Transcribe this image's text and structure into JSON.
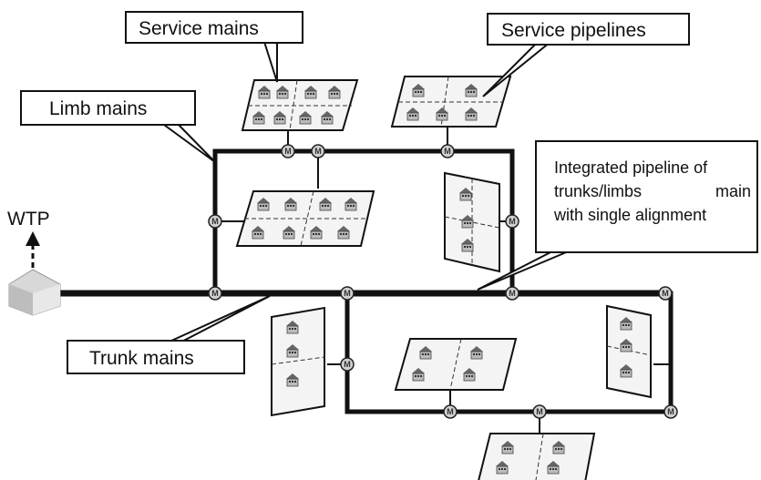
{
  "labels": {
    "service_mains": "Service mains",
    "service_pipelines": "Service pipelines",
    "limb_mains": "Limb mains",
    "trunk_mains": "Trunk mains",
    "wtp": "WTP",
    "integrated_line1": "Integrated pipeline of",
    "integrated_line2_left": "trunks/limbs",
    "integrated_line2_right": "main",
    "integrated_line3": "with single alignment"
  },
  "meter": {
    "symbol": "M"
  },
  "colors": {
    "pipe": "#111111",
    "meter_fill": "#d0d0d0",
    "tile_fill": "#f4f4f4",
    "house": "#777777"
  }
}
